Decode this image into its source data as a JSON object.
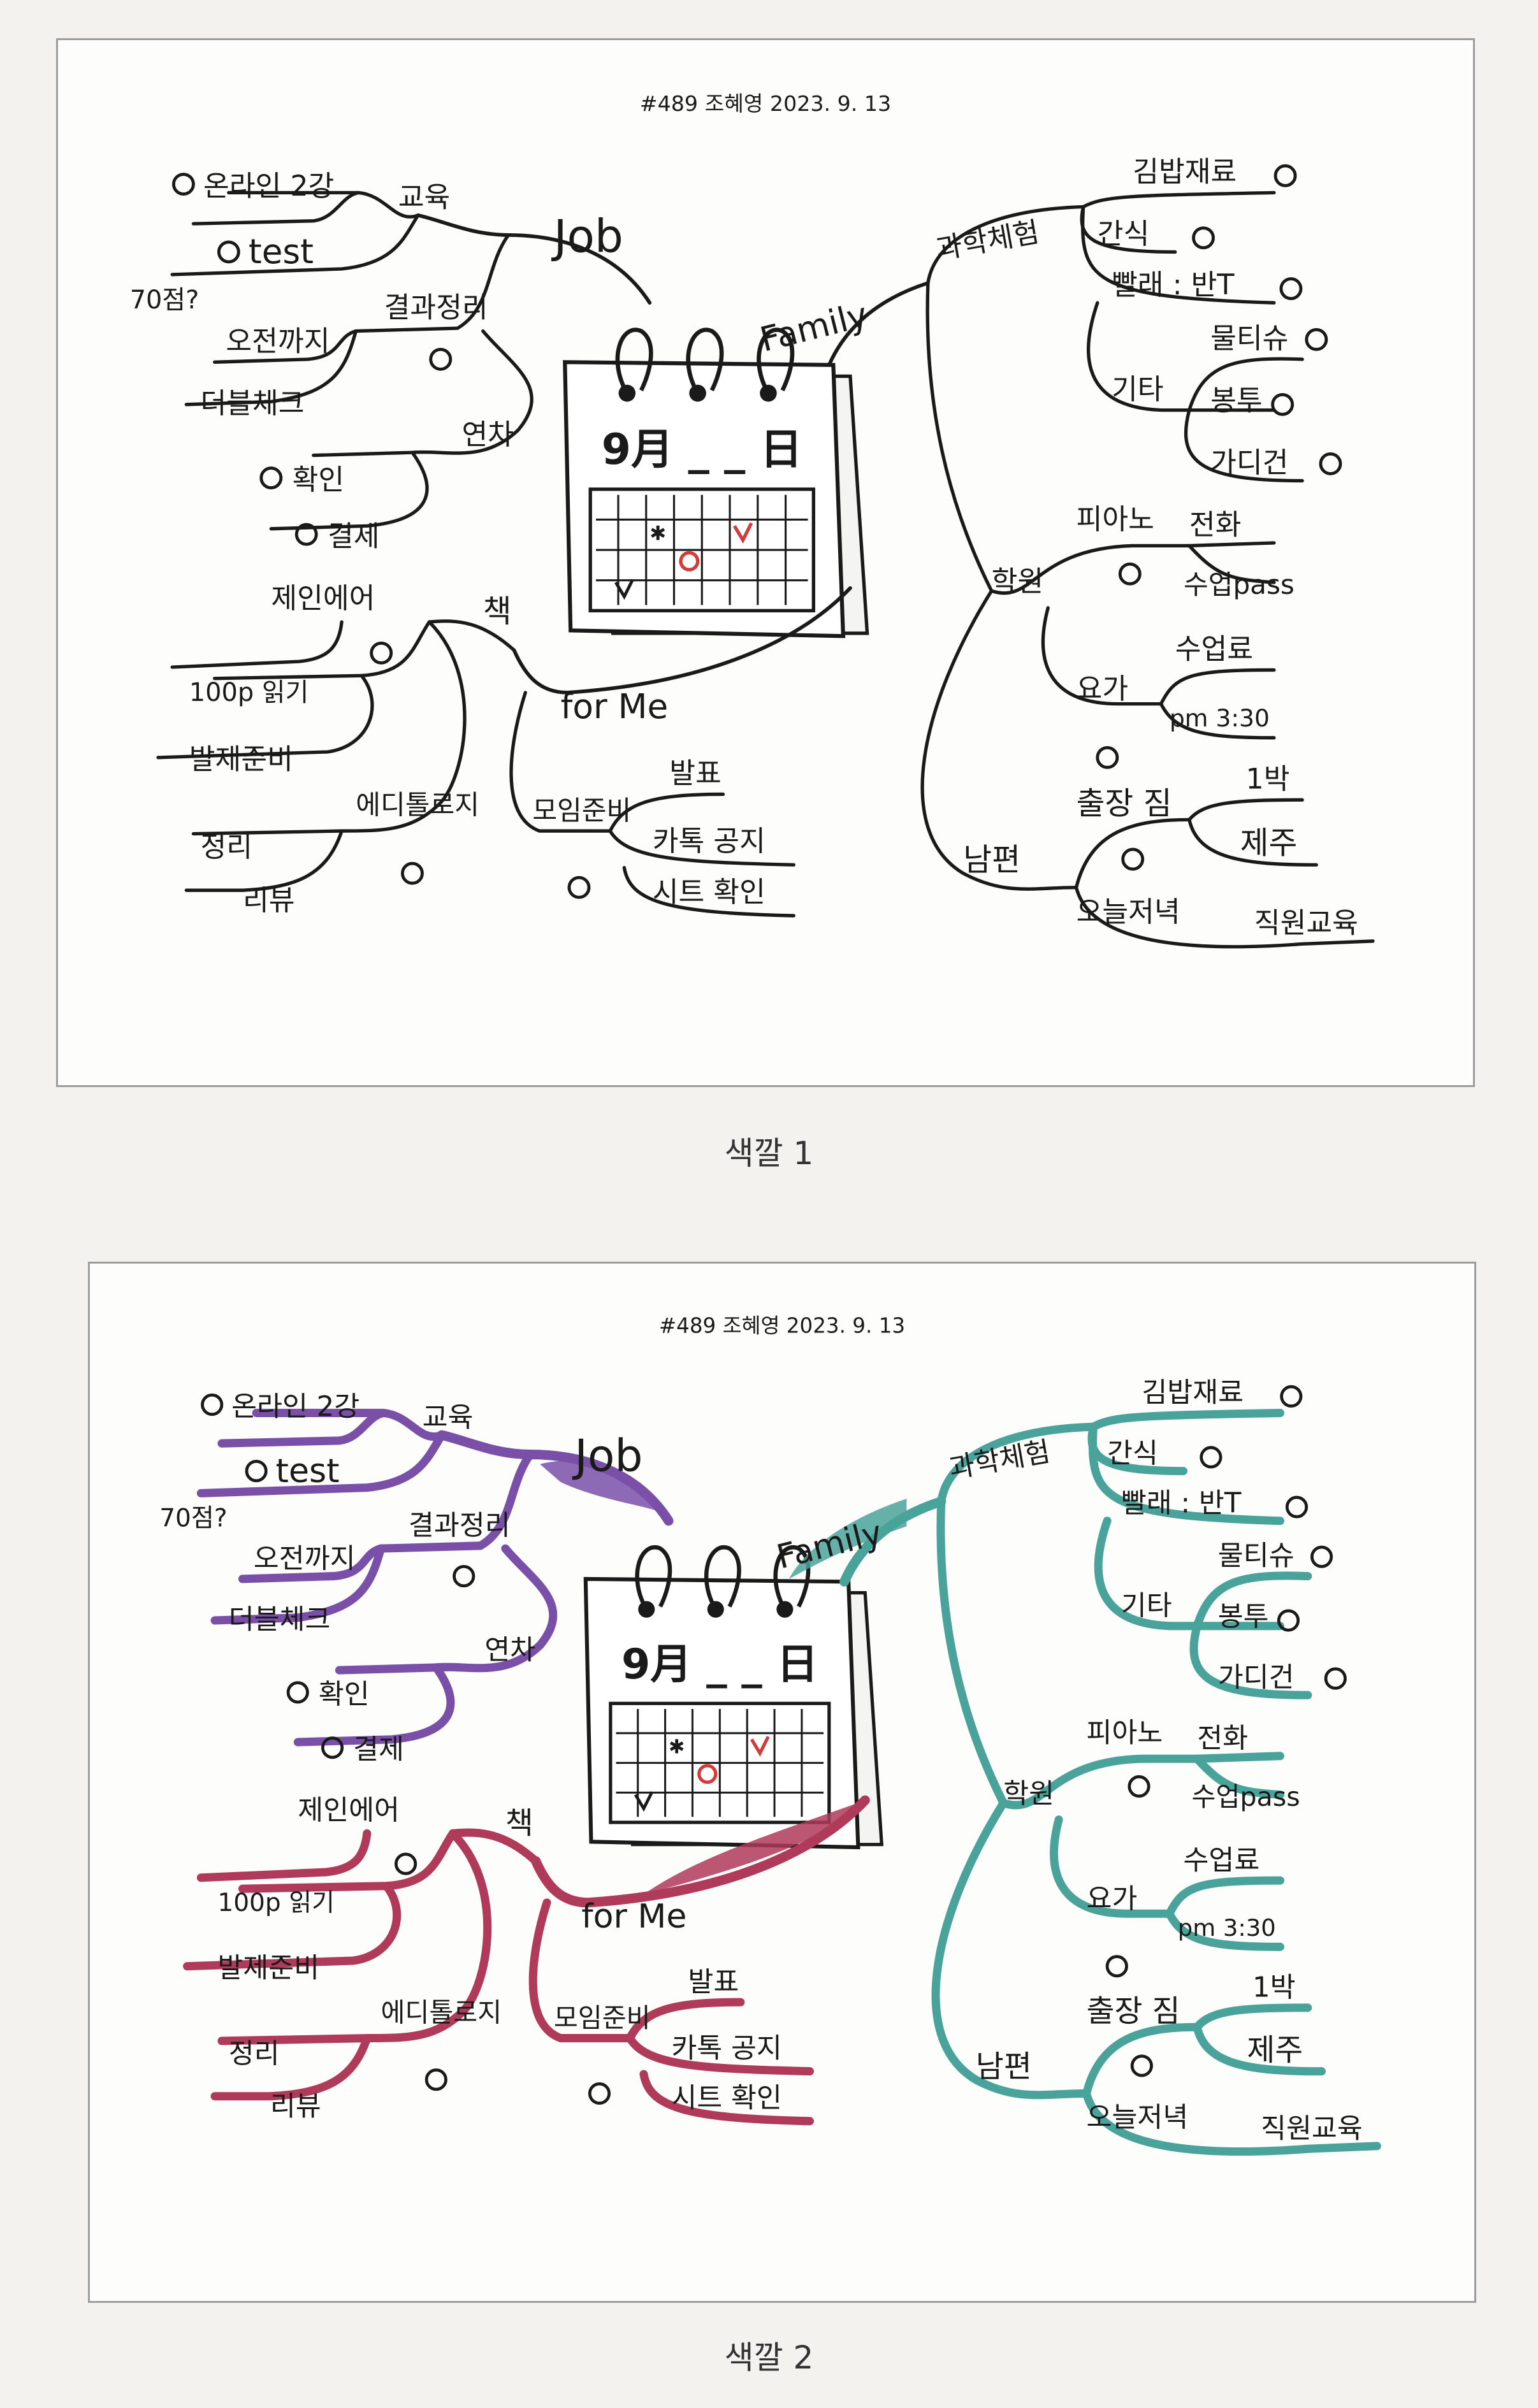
{
  "figures": [
    {
      "header": "#489 조혜영 2023. 9. 13",
      "caption": "색깔 1",
      "colored": false,
      "calendar_title": "9月 _ _ 日"
    },
    {
      "header": "#489 조혜영 2023. 9. 13",
      "caption": "색깔 2",
      "colored": true,
      "calendar_title": "9月 _ _ 日"
    }
  ],
  "colors": {
    "job": "#7a4fa8",
    "me": "#b03a5a",
    "family": "#4aa39b",
    "ink": "#1a1a1a"
  },
  "map": {
    "job": {
      "label": "Job",
      "education": {
        "label": "교육",
        "items": [
          "온라인 2강",
          "test",
          "70점?"
        ]
      },
      "summary": {
        "label": "결과정리",
        "items": [
          "오전까지",
          "더블체크"
        ]
      },
      "leave": {
        "label": "연차",
        "items": [
          "확인",
          "결제"
        ]
      }
    },
    "me": {
      "label": "for Me",
      "book": {
        "label": "책",
        "title": "제인에어",
        "items": [
          "100p 읽기",
          "발제준비"
        ]
      },
      "epistemology": {
        "label": "에디톨로지",
        "items": [
          "정리",
          "리뷰"
        ]
      },
      "meeting": {
        "label": "모임준비",
        "presentation": "발표",
        "items": [
          "카톡 공지",
          "시트 확인"
        ]
      }
    },
    "family": {
      "label": "Family",
      "science": {
        "label": "과학체험",
        "items": [
          "김밥재료",
          "간식",
          "빨래 : 반T",
          "기타",
          "물티슈",
          "봉투",
          "가디건"
        ]
      },
      "academy": {
        "label": "학원",
        "piano": "피아노",
        "piano_items": [
          "전화",
          "수업pass"
        ],
        "yoga": "요가",
        "yoga_items": [
          "수업료",
          "pm 3:30"
        ]
      },
      "husband": {
        "label": "남편",
        "trip": "출장 짐",
        "trip_items": [
          "1박",
          "제주"
        ],
        "tonight": "오늘저녁",
        "training": "직원교육"
      }
    }
  }
}
